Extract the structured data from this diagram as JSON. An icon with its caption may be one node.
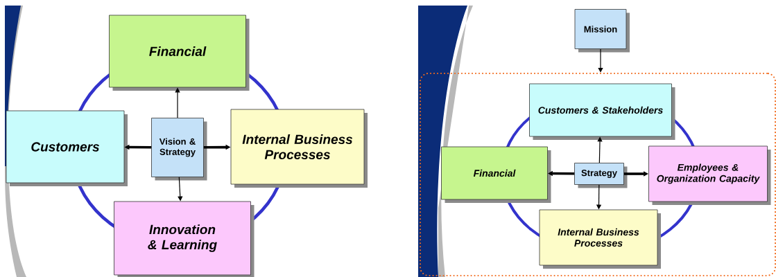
{
  "diagram": {
    "nodes": [
      {
        "text": [
          "Financial"
        ]
      },
      {
        "text": [
          "Customers"
        ]
      },
      {
        "text": [
          "Vision & Strategy"
        ]
      },
      {
        "text": [
          "Internal Business Processes"
        ]
      },
      {
        "text": [
          "Innovation & Learning"
        ]
      },
      {
        "text": [
          "Mission"
        ]
      },
      {
        "text": [],
        "shape": "box"
      },
      {
        "text": [
          "Customers & Stakeholders"
        ],
        "in": 6
      },
      {
        "text": [
          "Financial"
        ],
        "in": 6
      },
      {
        "text": [
          "Strategy"
        ],
        "in": 6
      },
      {
        "text": [
          "Employees & Organization Capacity"
        ],
        "in": 6
      },
      {
        "text": [
          "Internal Business Processes"
        ],
        "in": 6
      }
    ],
    "edges": [
      {
        "from": 2,
        "to": 0,
        "arrow": "to"
      },
      {
        "from": 2,
        "to": 1,
        "arrow": "to",
        "style": "thick"
      },
      {
        "from": 2,
        "to": 3,
        "arrow": "to",
        "style": "thick"
      },
      {
        "from": 2,
        "to": 4,
        "arrow": "to"
      },
      {
        "from": 5,
        "to": 6,
        "arrow": "to"
      },
      {
        "from": 9,
        "to": 7,
        "arrow": "to"
      },
      {
        "from": 9,
        "to": 8,
        "arrow": "to",
        "style": "thick"
      },
      {
        "from": 9,
        "to": 10,
        "arrow": "to",
        "style": "thick"
      },
      {
        "from": 9,
        "to": 11,
        "arrow": "to"
      }
    ]
  }
}
